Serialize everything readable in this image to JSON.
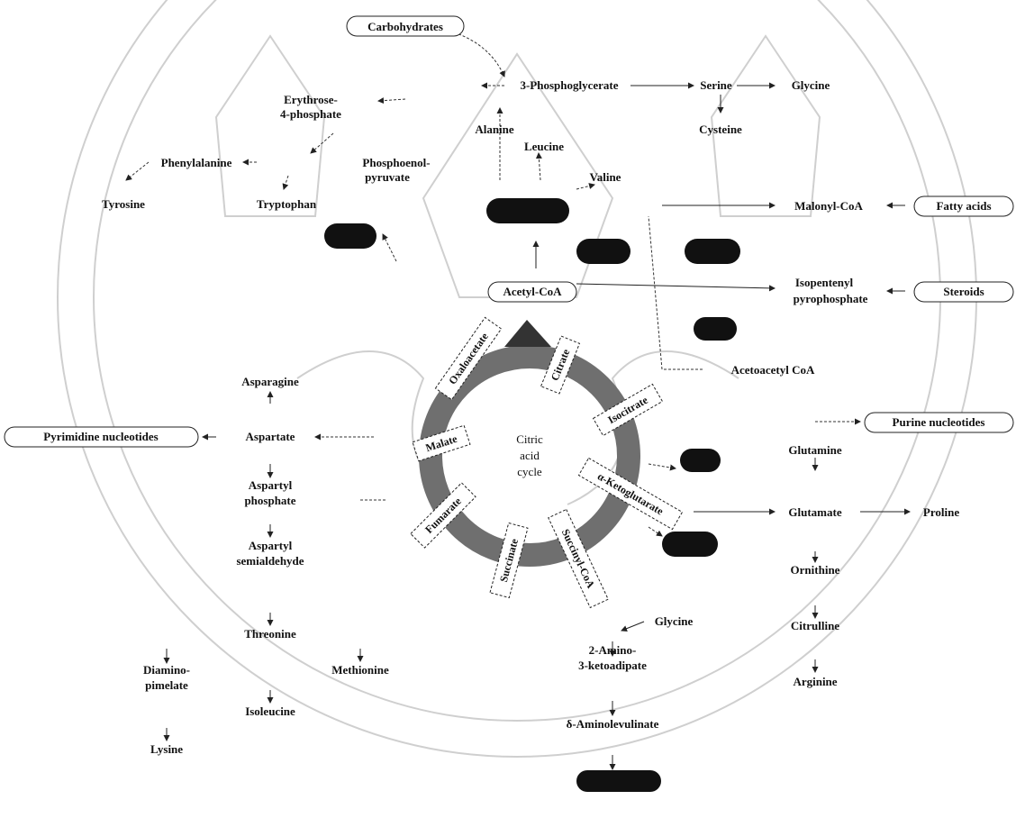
{
  "nodes": {
    "carbohydrates": "Carbohydrates",
    "phosphoglycerate": "3-Phosphoglycerate",
    "serine": "Serine",
    "glycine_top": "Glycine",
    "cysteine": "Cysteine",
    "erythrose_1": "Erythrose-",
    "erythrose_2": "4-phosphate",
    "alanine": "Alanine",
    "leucine": "Leucine",
    "valine": "Valine",
    "phenylalanine": "Phenylalanine",
    "tyrosine": "Tyrosine",
    "tryptophan": "Tryptophan",
    "pep_1": "Phosphoenol-",
    "pep_2": "pyruvate",
    "malonyl_coa": "Malonyl-CoA",
    "fatty_acids": "Fatty acids",
    "acetyl_coa": "Acetyl-CoA",
    "isopentenyl_1": "Isopentenyl",
    "isopentenyl_2": "pyrophosphate",
    "steroids": "Steroids",
    "acetoacetyl_coa": "Acetoacetyl CoA",
    "asparagine": "Asparagine",
    "aspartate": "Aspartate",
    "pyrimidine": "Pyrimidine nucleotides",
    "purine": "Purine nucleotides",
    "glutamine": "Glutamine",
    "glutamate": "Glutamate",
    "proline": "Proline",
    "aspartyl_phosphate_1": "Aspartyl",
    "aspartyl_phosphate_2": "phosphate",
    "aspartyl_semi_1": "Aspartyl",
    "aspartyl_semi_2": "semialdehyde",
    "ornithine": "Ornithine",
    "citrulline": "Citrulline",
    "arginine": "Arginine",
    "threonine": "Threonine",
    "methionine": "Methionine",
    "diaminopimelate_1": "Diamino-",
    "diaminopimelate_2": "pimelate",
    "isoleucine": "Isoleucine",
    "lysine": "Lysine",
    "glycine_bottom": "Glycine",
    "amino_keto_1": "2-Amino-",
    "amino_keto_2": "3-ketoadipate",
    "ala_1": "δ-Aminolevulinate"
  },
  "cycle": {
    "center_1": "Citric",
    "center_2": "acid",
    "center_3": "cycle",
    "oxaloacetate": "Oxaloacetate",
    "citrate": "Citrate",
    "isocitrate": "Isocitrate",
    "ketoglutarate": "α-Ketoglutarate",
    "succinyl_coa": "Succinyl-CoA",
    "succinate": "Succinate",
    "fumarate": "Fumarate",
    "malate": "Malate"
  },
  "colors": {
    "ink": "#111111",
    "ring": "#6f6f6f",
    "blob": "#111111",
    "watermark": "#cfcfcf"
  }
}
